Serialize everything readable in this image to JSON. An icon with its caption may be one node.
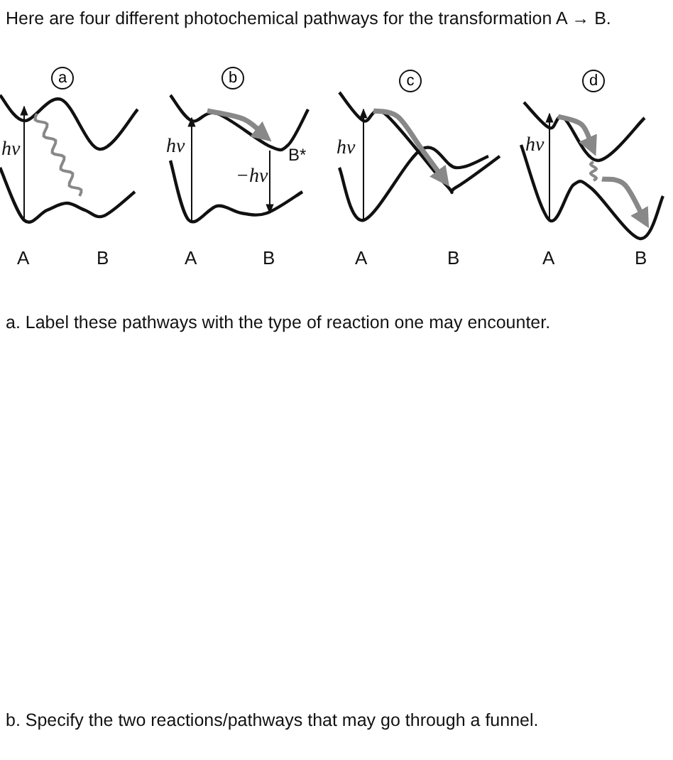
{
  "diagram": {
    "title": "Here are four different photochemical pathways for the transformation A → B.",
    "labels": [
      "a",
      "b",
      "c",
      "d",
      "hν",
      "hν",
      "B*",
      "−hν",
      "hν",
      "hν",
      "A",
      "B",
      "A",
      "B",
      "A",
      "B",
      "A",
      "B",
      "a.  Label these pathways with the type of reaction one may encounter.",
      "b.  Specify the two reactions/pathways that may go through a funnel."
    ]
  }
}
